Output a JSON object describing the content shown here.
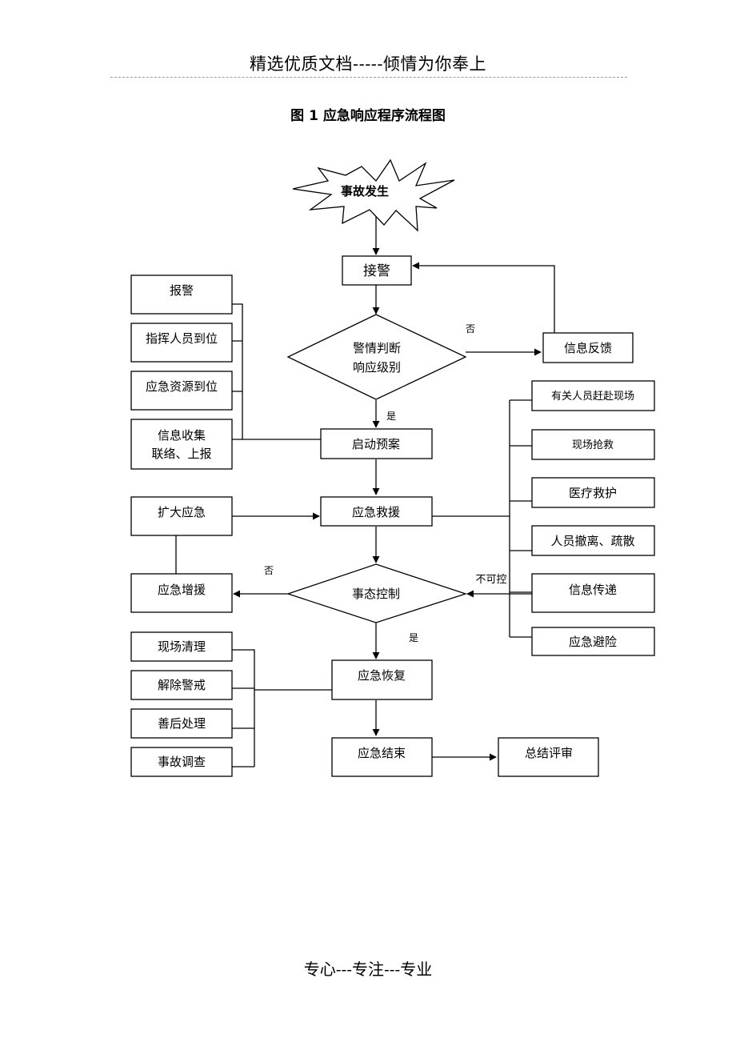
{
  "header": "精选优质文档-----倾情为你奉上",
  "title": "图 1 应急响应程序流程图",
  "footer": "专心---专注---专业",
  "nodes": {
    "start": "事故发生",
    "receive_alarm": "接警",
    "judge_line1": "警情判断",
    "judge_line2": "响应级别",
    "info_feedback": "信息反馈",
    "report": "报警",
    "commander_arrive": "指挥人员到位",
    "resource_arrive": "应急资源到位",
    "info_collect_line1": "信息收集",
    "info_collect_line2": "联络、上报",
    "activate_plan": "启动预案",
    "emergency_rescue": "应急救援",
    "expand_response": "扩大应急",
    "situation_control": "事态控制",
    "reinforce": "应急增援",
    "personnel_to_site": "有关人员赶赴现场",
    "site_rescue": "现场抢救",
    "medical_aid": "医疗救护",
    "evacuation": "人员撤离、疏散",
    "info_transfer": "信息传递",
    "emergency_avoid": "应急避险",
    "site_cleanup": "现场清理",
    "lift_alert": "解除警戒",
    "aftermath": "善后处理",
    "accident_investigation": "事故调查",
    "recovery": "应急恢复",
    "end": "应急结束",
    "review": "总结评审"
  },
  "labels": {
    "no_1": "否",
    "yes_1": "是",
    "no_2": "否",
    "yes_2": "是",
    "uncontrollable": "不可控"
  }
}
